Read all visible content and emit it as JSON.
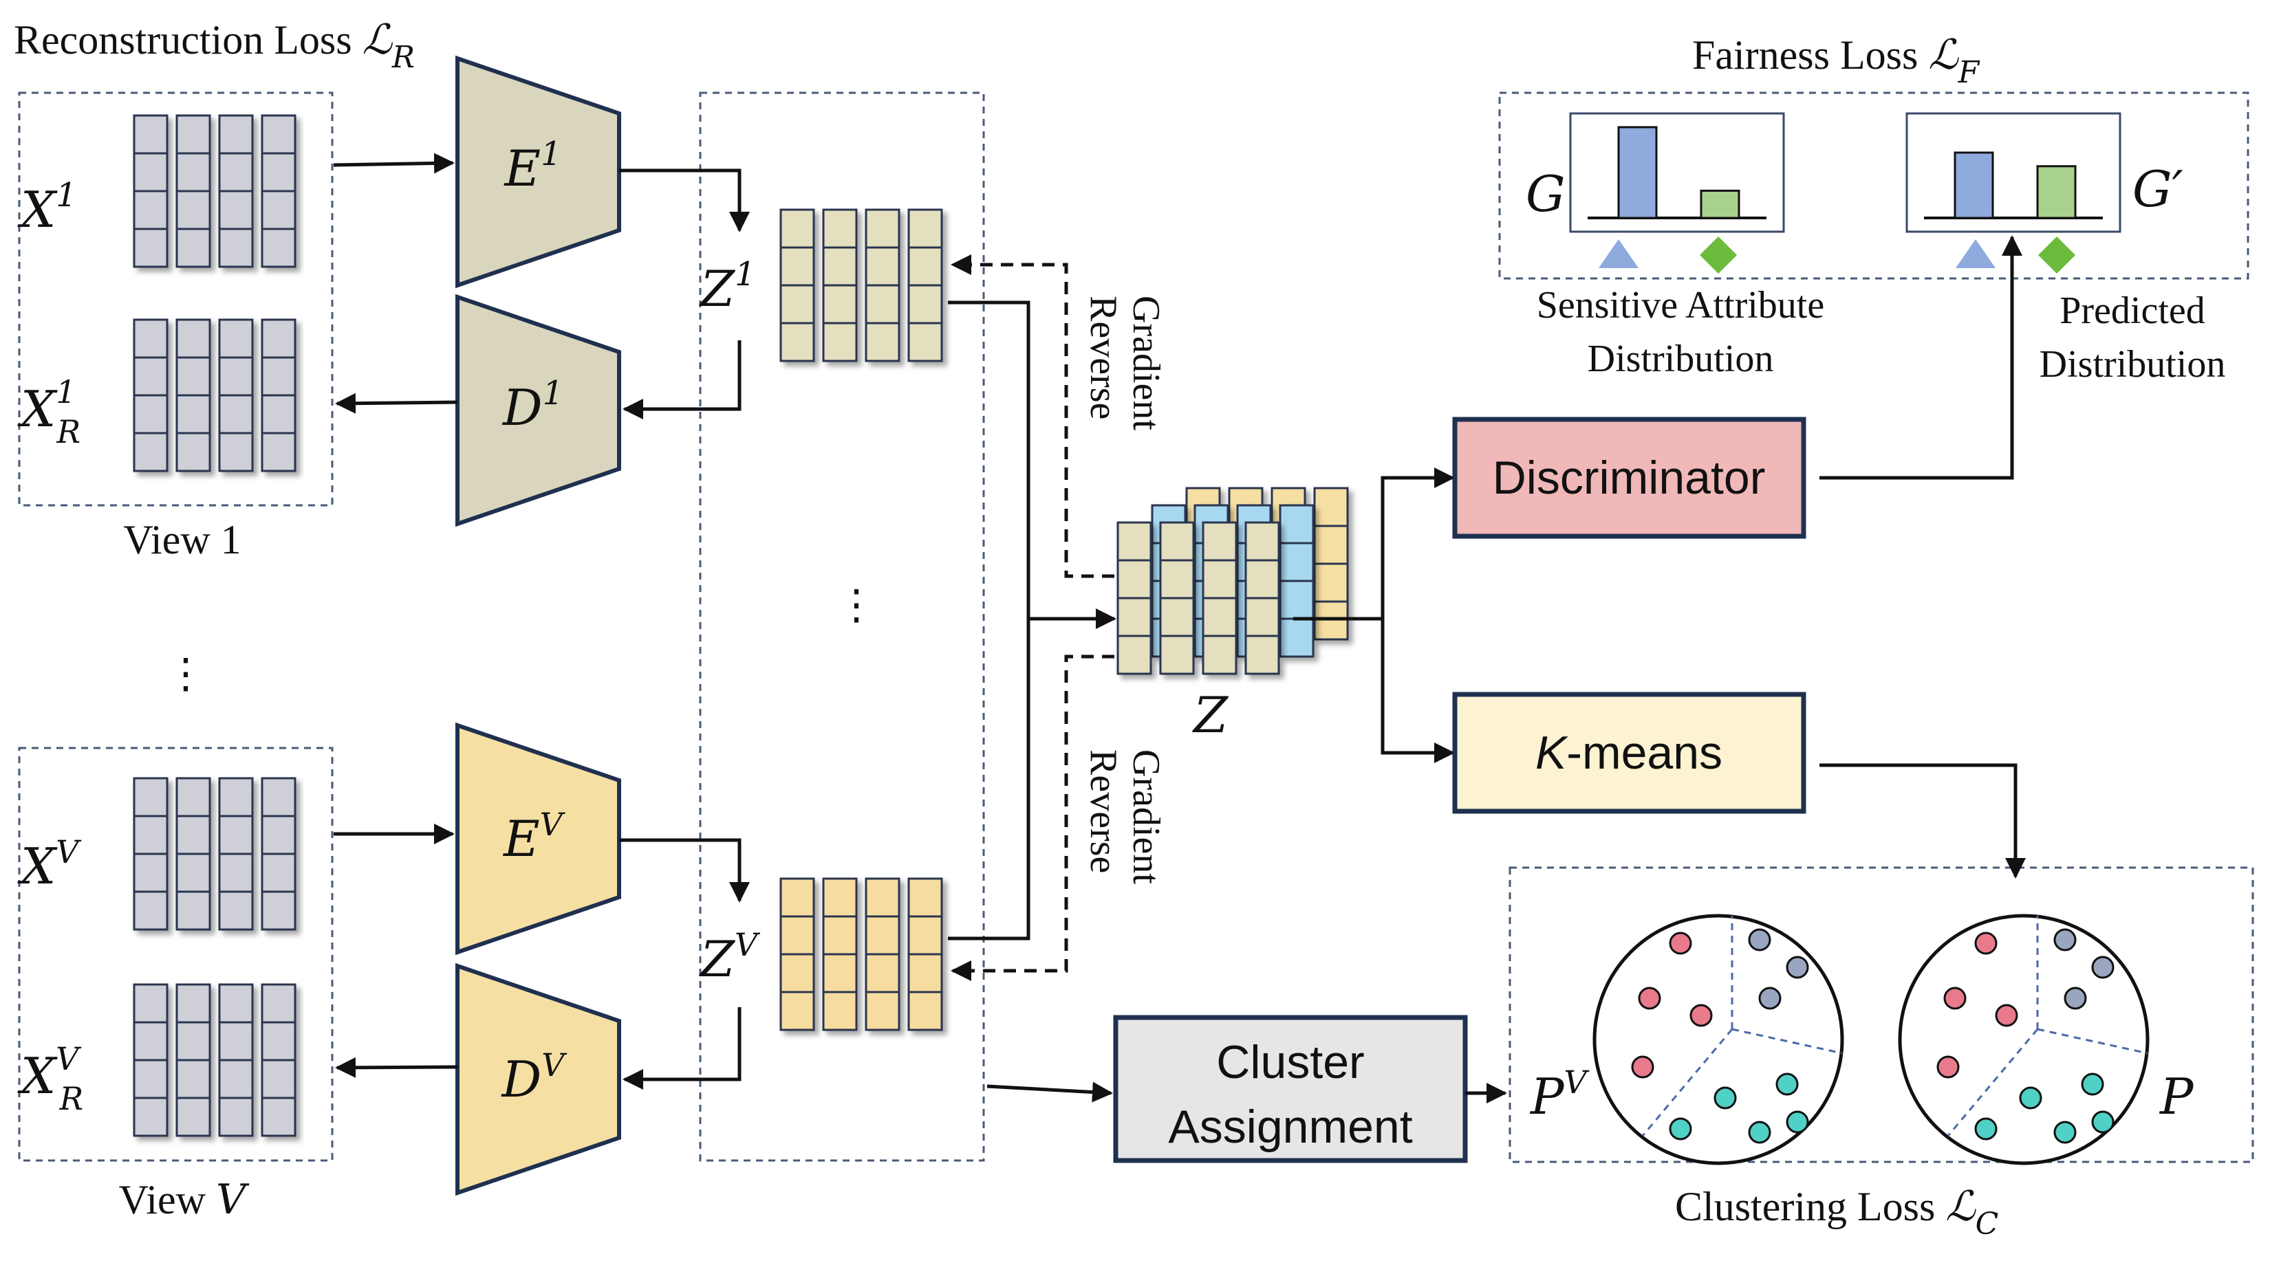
{
  "losses": {
    "reconstruction": "Reconstruction Loss ",
    "reconstruction_sym": "ℒ",
    "reconstruction_sub": "R",
    "fairness": "Fairness Loss ",
    "fairness_sym": "ℒ",
    "fairness_sub": "F",
    "clustering": "Clustering Loss ",
    "clustering_sym": "ℒ",
    "clustering_sub": "C"
  },
  "views": {
    "view1": {
      "label": "View 1",
      "x": "X",
      "x_sup": "1",
      "xr": "X",
      "xr_sup": "1",
      "xr_sub": "R",
      "enc": "E",
      "enc_sup": "1",
      "dec": "D",
      "dec_sup": "1",
      "z": "Z",
      "z_sup": "1"
    },
    "viewV": {
      "label": "View ",
      "label_var": "V",
      "x": "X",
      "x_sup": "V",
      "xr": "X",
      "xr_sup": "V",
      "xr_sub": "R",
      "enc": "E",
      "enc_sup": "V",
      "dec": "D",
      "dec_sup": "V",
      "z": "Z",
      "z_sup": "V"
    },
    "ellipsis": "⋮"
  },
  "gradient_reverse": {
    "line1": "Gradient",
    "line2": "Reverse"
  },
  "fused": {
    "label": "Z"
  },
  "boxes": {
    "discriminator": "Discriminator",
    "kmeans_var": "K",
    "kmeans_rest": "-means",
    "cluster_line1": "Cluster",
    "cluster_line2": "Assignment"
  },
  "distributions": {
    "g_label": "G",
    "g_prime_label": "G′",
    "sensitive_line1": "Sensitive Attribute",
    "sensitive_line2": "Distribution",
    "predicted_line1": "Predicted",
    "predicted_line2": "Distribution",
    "g_values": [
      1.0,
      0.3
    ],
    "g_prime_values": [
      0.72,
      0.57
    ]
  },
  "clusters": {
    "pv_label": "P",
    "pv_sup": "V",
    "p_label": "P"
  },
  "colors": {
    "view1_module": "#d9d6bd",
    "viewV_module": "#f5dfa3",
    "input_cell": "#cfcfd8",
    "z1_cell": "#e3dfbf",
    "zv_cell": "#f6dca0",
    "blue_layer": "#a8d8f0",
    "discriminator": "#f0b8b8",
    "kmeans": "#fdf3d3",
    "cluster_assign": "#e6e6e6",
    "bar_blue": "#8faadc",
    "bar_green": "#a9d18e",
    "marker_triangle": "#8faadc",
    "marker_diamond": "#6cbb3c",
    "dot_pink": "#e87a8c",
    "dot_gray": "#9aa6c0",
    "dot_teal": "#4fd1c5"
  }
}
